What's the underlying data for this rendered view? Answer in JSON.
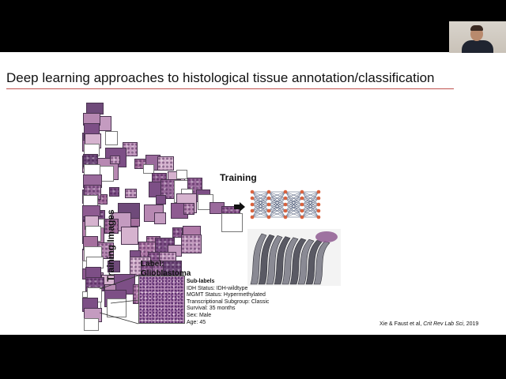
{
  "slide": {
    "title": "Deep learning approaches to histological tissue annotation/classification",
    "y_axis_label": "Training Images",
    "training_label": "Training",
    "label_line1": "Label:",
    "label_line2": "Glioblastoma",
    "sub_labels": {
      "header": "Sub-labels",
      "items": [
        "IDH Status: IDH-wildtype",
        "MGMT Status: Hypermethylated",
        "Transcriptional Subgroup: Classic",
        "Survival: 35 months",
        "Sex: Male",
        "Age: 45"
      ]
    },
    "citation": {
      "prefix": "Xie & Faust et al, ",
      "journal": "Crit Rev Lab Sci",
      "suffix": ", 2019"
    }
  },
  "colors": {
    "background": "#000000",
    "slide": "#ffffff",
    "title_rule": "#c0504d",
    "tissue": "#8a5a8c",
    "nn_node": "#d9633f",
    "nn_edge": "#3c4a6b"
  },
  "icons": {
    "arrow": "right-arrow-icon",
    "network": "neural-network-icon",
    "camera": "participant-video-thumbnail"
  }
}
